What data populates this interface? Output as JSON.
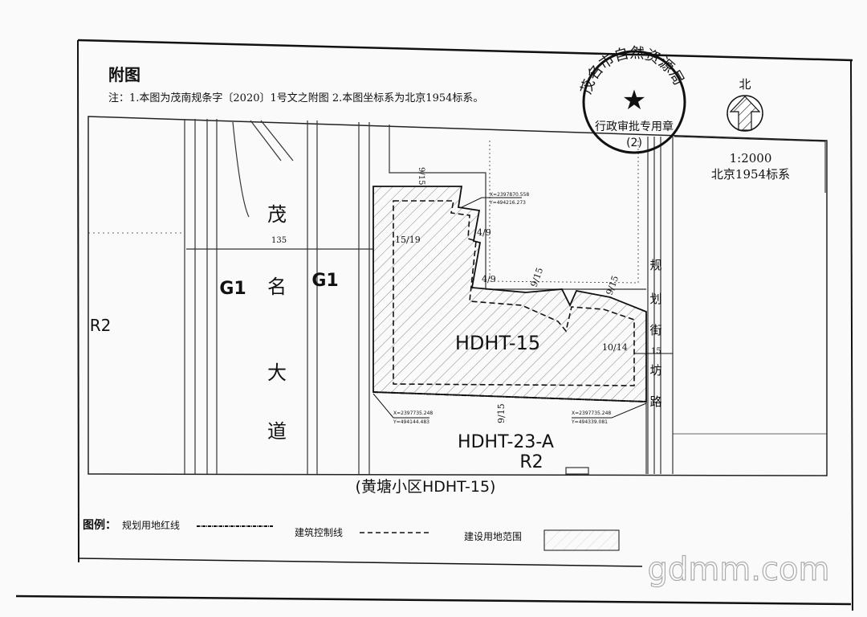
{
  "title": "附图",
  "note": "注：1.本图为茂南规条字〔2020〕1号文之附图 2.本图坐标系为北京1954标系。",
  "stamp": {
    "ring_text": "茂名市自然资源局",
    "center_text": "行政审批专用章",
    "number": "(2)"
  },
  "north_label": "北",
  "scale": "1:2000",
  "coord_system": "北京1954标系",
  "map": {
    "road_main": [
      "茂",
      "名",
      "大",
      "道"
    ],
    "road_side": [
      "规",
      "划",
      "街",
      "坊",
      "路"
    ],
    "g1_left": "G1",
    "g1_right": "G1",
    "r2_left": "R2",
    "parcel": "HDHT-15",
    "parcel_south": "HDHT-23-A",
    "parcel_south_use": "R2",
    "dims": {
      "top": "9/15",
      "road_width": "135",
      "west": "15/19",
      "step1": "4/9",
      "step2": "4/9",
      "north1": "9/15",
      "north2": "9/15",
      "east": "10/14",
      "east_road": "15",
      "south": "9/15"
    },
    "coords": [
      {
        "x": "X=2397870.558",
        "y": "Y=494216.273"
      },
      {
        "x": "X=2397735.248",
        "y": "Y=494144.483"
      },
      {
        "x": "X=2397735.248",
        "y": "Y=494339.081"
      }
    ]
  },
  "caption": "(黄塘小区HDHT-15)",
  "legend": {
    "prefix": "图例：",
    "red_line": "规划用地红线",
    "building_line": "建筑控制线",
    "site_area": "建设用地范围"
  },
  "watermark": "gdmm.com"
}
